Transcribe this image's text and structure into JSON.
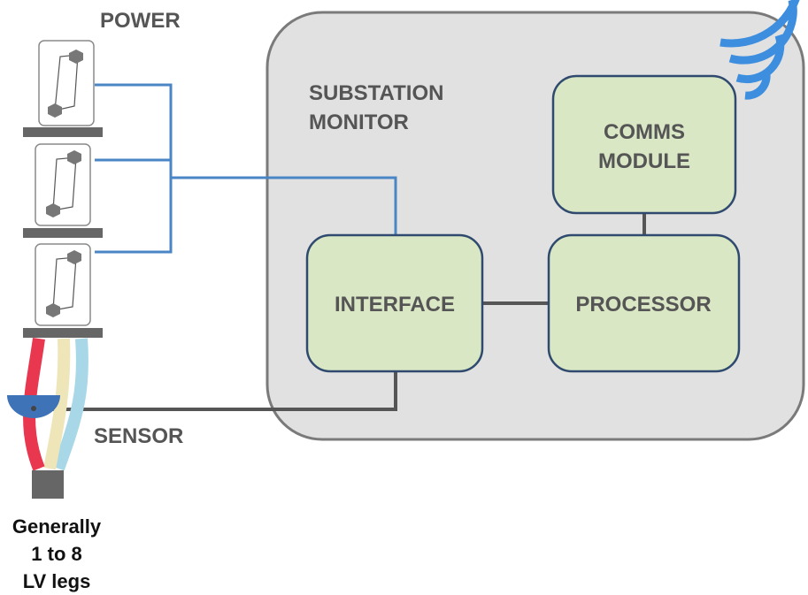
{
  "labels": {
    "power": "POWER",
    "sensor": "SENSOR",
    "monitor_line1": "SUBSTATION",
    "monitor_line2": "MONITOR",
    "legs_line1": "Generally",
    "legs_line2": "1 to 8",
    "legs_line3": "LV legs"
  },
  "blocks": {
    "comms_line1": "COMMS",
    "comms_line2": "MODULE",
    "interface": "INTERFACE",
    "processor": "PROCESSOR"
  },
  "icons": {
    "wireless": "wifi-signal-icon",
    "fuse": "fuse-holder-icon",
    "sensor": "current-sensor-icon"
  },
  "colors": {
    "monitor_fill": "#e1e1e1",
    "monitor_stroke": "#7a7a7a",
    "block_fill": "#d9e7c5",
    "block_stroke": "#2f4a6e",
    "power_wire": "#4a86c5",
    "signal_wire": "#555555",
    "wifi": "#3e8ee0",
    "text_gray": "#555555",
    "cable_red": "#e8374f",
    "cable_cream": "#eee5b9",
    "cable_blue": "#a8d8e8",
    "sensor_blue": "#3f73b8",
    "fuse_bar": "#666666"
  }
}
